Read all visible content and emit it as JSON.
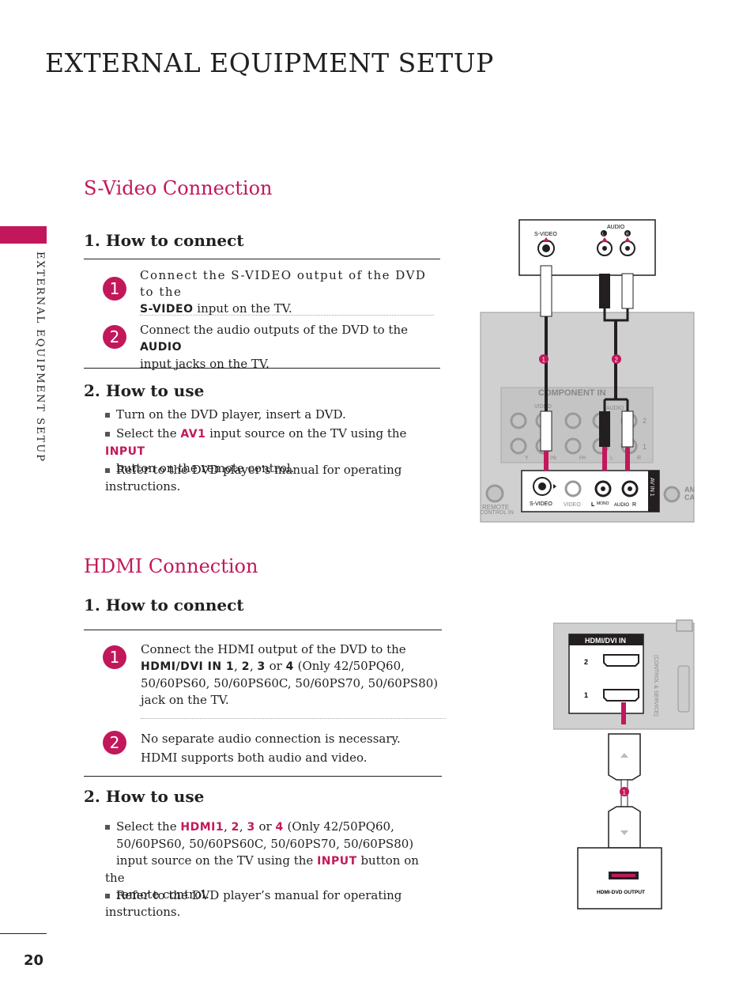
{
  "page_title": "EXTERNAL EQUIPMENT SETUP",
  "side_label": "EXTERNAL EQUIPMENT SETUP",
  "page_number": "20",
  "svideo": {
    "heading": "S-Video Connection",
    "how_to_connect": "1. How to connect",
    "step1_num": "1",
    "step1_a": "Connect the S-VIDEO output of the DVD to the",
    "step1_hl": "S-VIDEO",
    "step1_b": "input on the TV.",
    "step2_num": "2",
    "step2_a": "Connect the audio outputs of the DVD to the",
    "step2_hl": "AUDIO",
    "step2_b": "input jacks on the TV.",
    "how_to_use": "2. How to use",
    "use1": "Turn on the DVD player, insert a DVD.",
    "use2_a": "Select the",
    "use2_hl1": "AV1",
    "use2_b": "input source on the TV using the",
    "use2_hl2": "INPUT",
    "use2_c": "button on the remote control.",
    "use3": "Refer to the DVD player’s manual for operating instructions."
  },
  "hdmi": {
    "heading": "HDMI Connection",
    "how_to_connect": "1. How to connect",
    "step1_num": "1",
    "step1_a": "Connect the HDMI output of the DVD to the",
    "step1_hl": "HDMI/DVI IN 1",
    "step1_comma1": ",",
    "step1_hl2": "2",
    "step1_comma2": ",",
    "step1_hl3": "3",
    "step1_or": "or",
    "step1_hl4": "4",
    "step1_b": "(Only 42/50PQ60,",
    "step1_c": "50/60PS60, 50/60PS60C, 50/60PS70, 50/60PS80)",
    "step1_d": "jack on the TV.",
    "step2_num": "2",
    "step2_a": "No separate audio connection is necessary.",
    "step2_b": "HDMI supports both audio and video.",
    "how_to_use": "2. How to use",
    "use1_a": "Select the",
    "use1_hl1": "HDMI1",
    "use1_c1": ",",
    "use1_hl2": "2",
    "use1_c2": ",",
    "use1_hl3": "3",
    "use1_or": "or",
    "use1_hl4": "4",
    "use1_b": "(Only 42/50PQ60,",
    "use1_c": "50/60PS60, 50/60PS60C, 50/60PS70, 50/60PS80)",
    "use1_d": "input source on the TV using the",
    "use1_hl5": "INPUT",
    "use1_e": "button on the",
    "use1_f": "remote control.",
    "use2": "Refer to the DVD player’s manual for operating instructions."
  },
  "diagram1": {
    "dvd_svideo": "S-VIDEO",
    "dvd_audio": "AUDIO",
    "dvd_l": "L",
    "dvd_r": "R",
    "badge1": "1",
    "badge2": "2",
    "component_in": "COMPONENT IN",
    "video": "VIDEO",
    "audio": "AUDIO",
    "row2": "2",
    "row1": "1",
    "y": "Y",
    "pb": "PB",
    "pr": "PR",
    "l": "L",
    "r": "R",
    "remote": "REMOTE",
    "control_in": "CONTROL IN",
    "av_svideo": "S-VIDEO",
    "av_video": "VIDEO",
    "av_l": "L",
    "av_mono": "MONO",
    "av_audio": "AUDIO",
    "av_r": "R",
    "av_in": "AV IN 1",
    "ant": "AN",
    "cab": "CA"
  },
  "diagram2": {
    "hdmi_dvi_in": "HDMI/DVI IN",
    "port2": "2",
    "port1": "1",
    "control_service": "(CONTROL & SERVICE)",
    "badge1": "1",
    "hdmi_dvd_output": "HDMI-DVD OUTPUT"
  },
  "colors": {
    "accent": "#c2185b",
    "panel": "#d0d0d0",
    "text": "#231f20"
  }
}
